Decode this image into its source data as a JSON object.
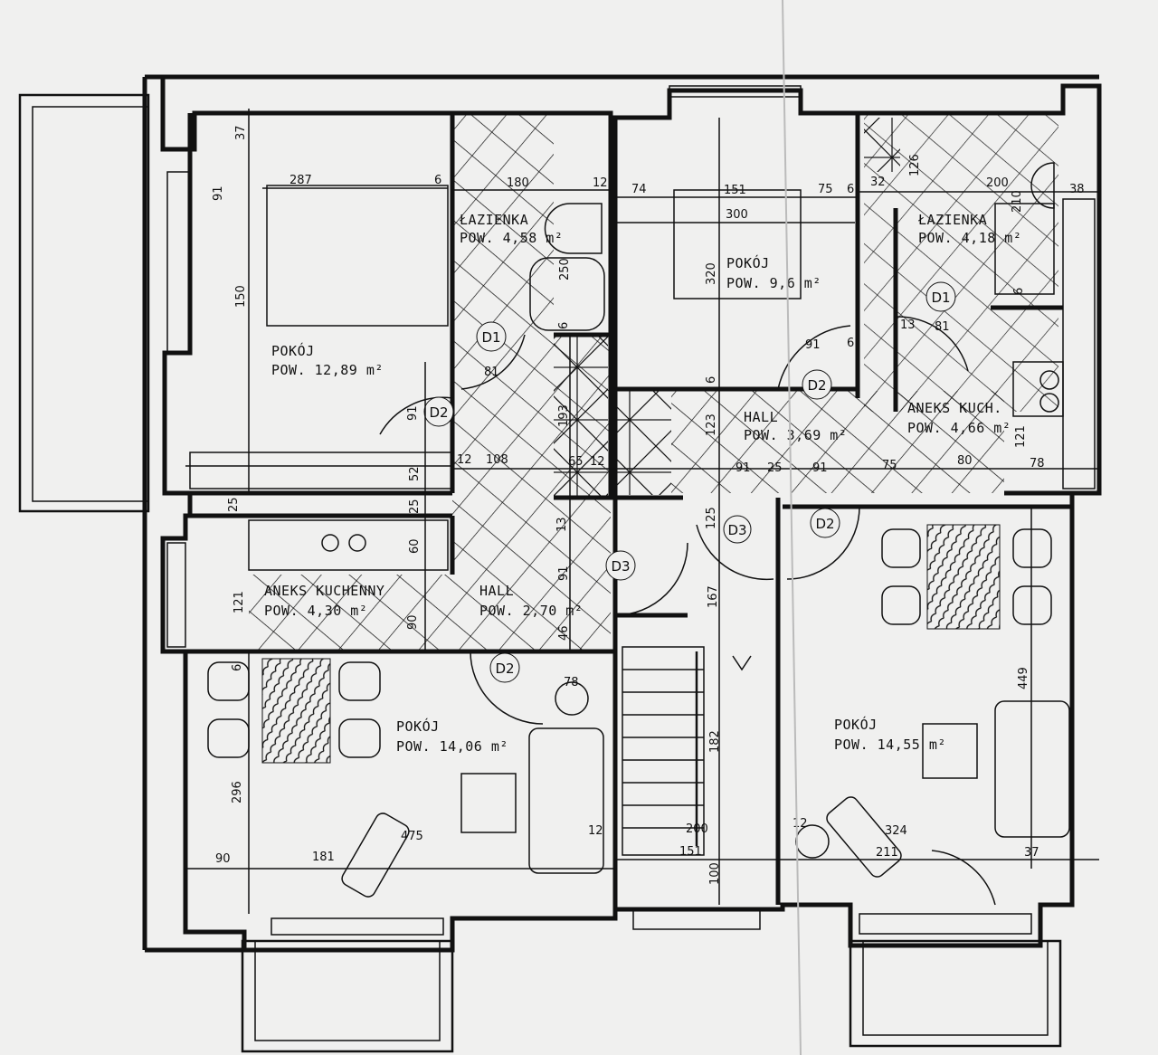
{
  "rooms": {
    "pokoj_1": {
      "name": "POKÓJ",
      "area": "POW. 12,89 m²"
    },
    "lazienka_1": {
      "name": "ŁAZIENKA",
      "area": "POW. 4,58 m²"
    },
    "aneks_1": {
      "name": "ANEKS KUCHENNY",
      "area": "POW. 4,30 m²"
    },
    "hall_1": {
      "name": "HALL",
      "area": "POW. 2,70 m²"
    },
    "pokoj_2": {
      "name": "POKÓJ",
      "area": "POW. 14,06 m²"
    },
    "pokoj_3": {
      "name": "POKÓJ",
      "area": "POW. 9,6 m²"
    },
    "lazienka_2": {
      "name": "ŁAZIENKA",
      "area": "POW. 4,18 m²"
    },
    "hall_2": {
      "name": "HALL",
      "area": "POW. 3,69 m²"
    },
    "aneks_2": {
      "name": "ANEKS KUCH.",
      "area": "POW. 4,66 m²"
    },
    "pokoj_4": {
      "name": "POKÓJ",
      "area": "POW. 14,55 m²"
    }
  },
  "doors": [
    "D1",
    "D2",
    "D1",
    "D2",
    "D3",
    "D3",
    "D2",
    "D2"
  ],
  "dims": [
    "37",
    "287",
    "6",
    "180",
    "12",
    "74",
    "151",
    "75",
    "6",
    "32",
    "126",
    "200",
    "210",
    "38",
    "300",
    "91",
    "150",
    "250",
    "320",
    "6",
    "6",
    "81",
    "91",
    "6",
    "13",
    "81",
    "91",
    "193",
    "6",
    "123",
    "121",
    "12",
    "108",
    "65",
    "12",
    "52",
    "91",
    "25",
    "91",
    "75",
    "80",
    "78",
    "25",
    "25",
    "125",
    "13",
    "60",
    "91",
    "121",
    "167",
    "90",
    "46",
    "6",
    "78",
    "449",
    "182",
    "296",
    "475",
    "12",
    "200",
    "12",
    "324",
    "90",
    "181",
    "151",
    "211",
    "37",
    "100"
  ]
}
